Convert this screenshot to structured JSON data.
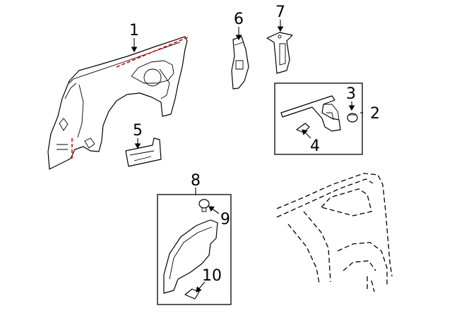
{
  "callouts": [
    {
      "id": "1",
      "label": "1"
    },
    {
      "id": "2",
      "label": "2"
    },
    {
      "id": "3",
      "label": "3"
    },
    {
      "id": "4",
      "label": "4"
    },
    {
      "id": "5",
      "label": "5"
    },
    {
      "id": "6",
      "label": "6"
    },
    {
      "id": "7",
      "label": "7"
    },
    {
      "id": "8",
      "label": "8"
    },
    {
      "id": "9",
      "label": "9"
    },
    {
      "id": "10",
      "label": "10"
    }
  ],
  "colors": {
    "line": "#000000",
    "cut_line": "#e00000",
    "background": "#ffffff"
  }
}
